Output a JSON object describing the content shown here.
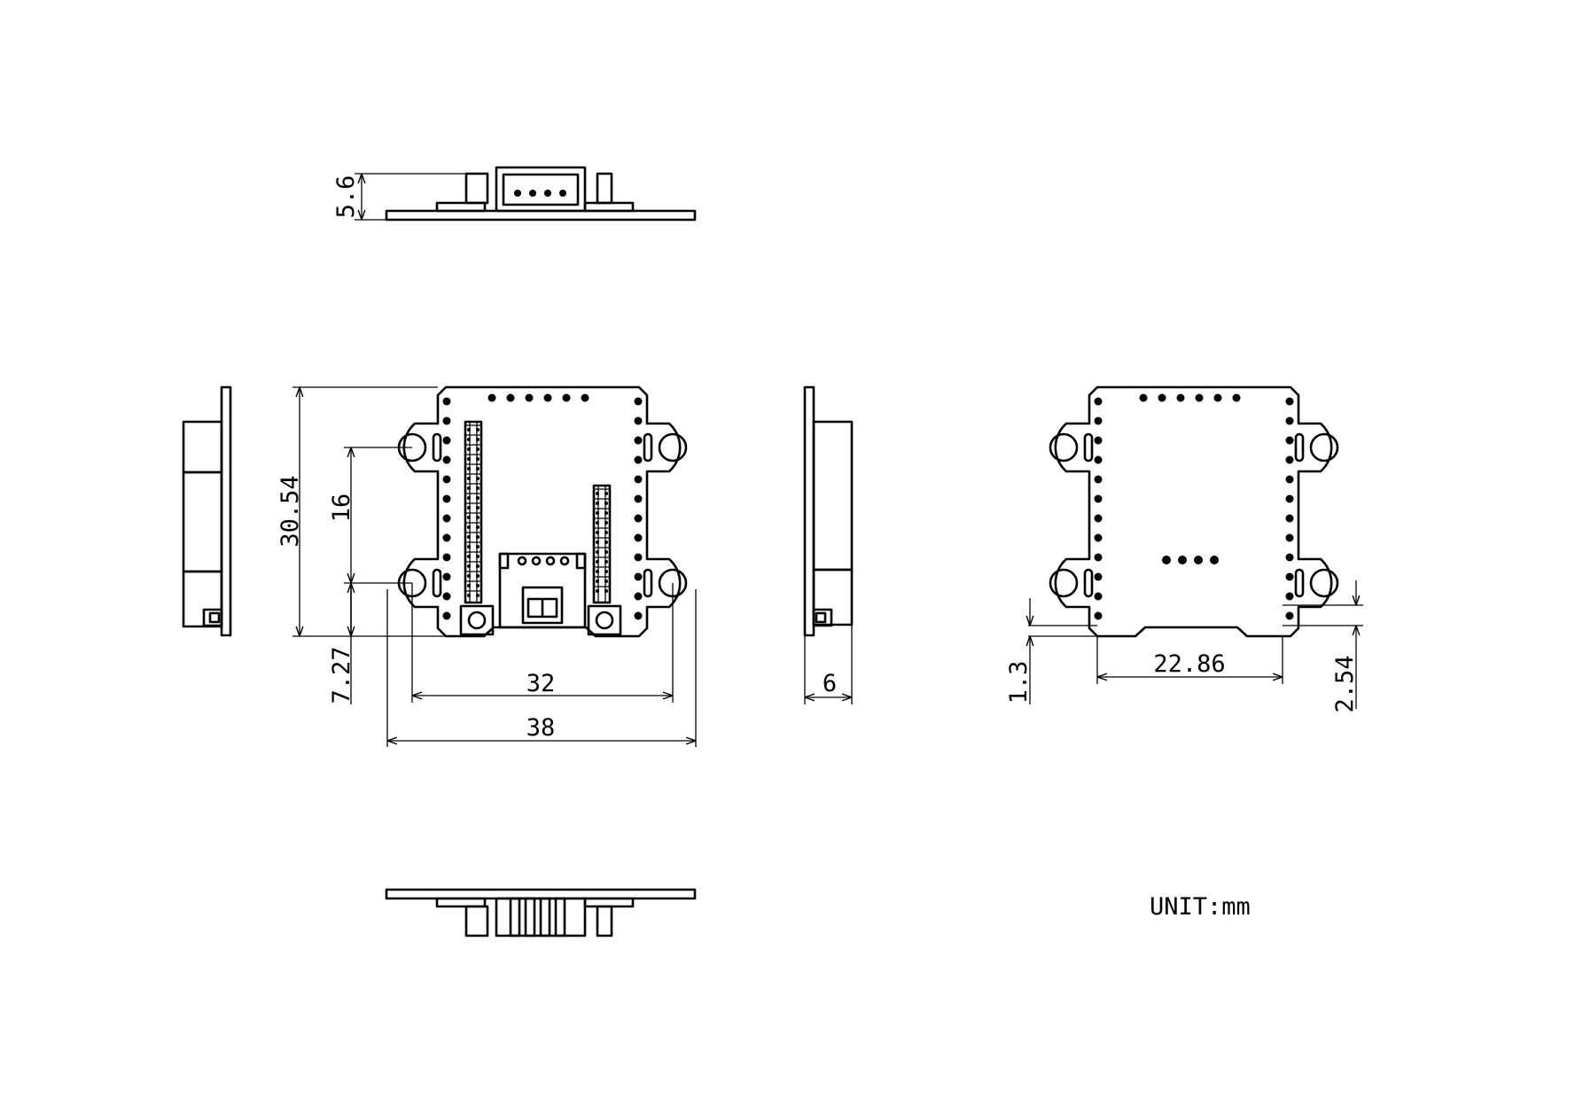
{
  "dimensions": {
    "top_view_height": "5.6",
    "board_height": "30.54",
    "mount_spacing_vertical": "16",
    "mount_offset_bottom": "7.27",
    "mount_spacing_horizontal": "32",
    "board_width": "38",
    "side_thickness": "6",
    "edge_offset": "1.3",
    "pad_span": "22.86",
    "pin_pitch": "2.54"
  },
  "unit_label": "UNIT:mm",
  "colors": {
    "line": "#000000",
    "background": "#ffffff"
  }
}
